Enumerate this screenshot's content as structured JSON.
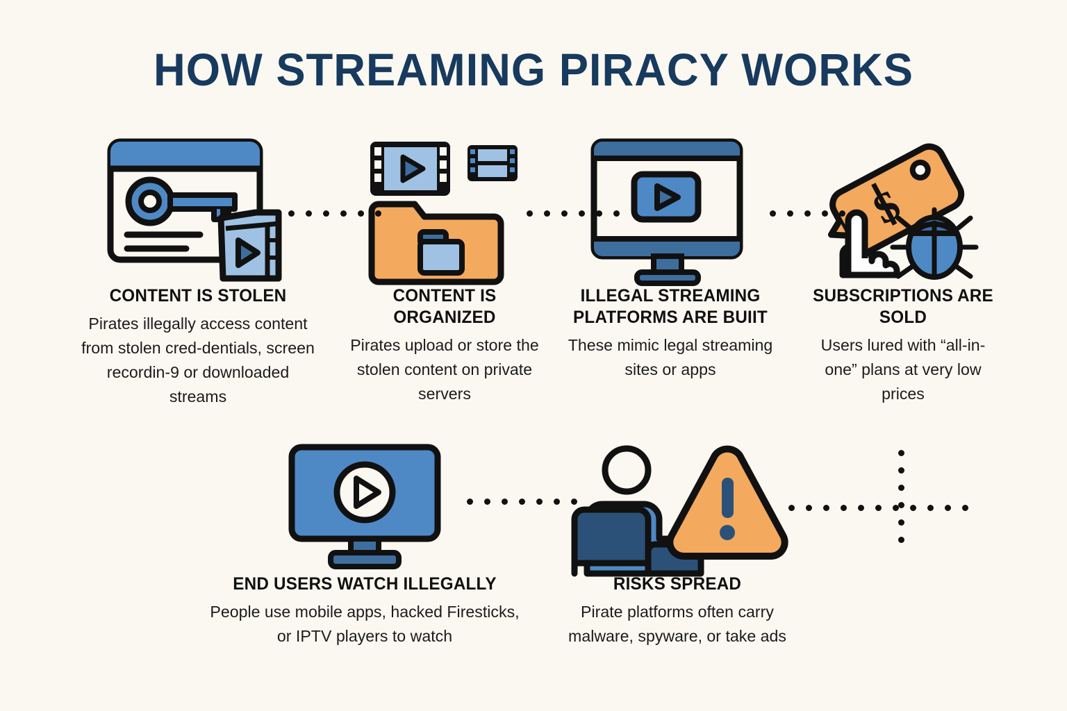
{
  "page": {
    "title": "HOW STREAMING PIRACY WORKS",
    "background_color": "#FBF8F1",
    "title_color": "#173A5E"
  },
  "palette": {
    "cream": "#FBF8F1",
    "outline": "#111111",
    "blue_mid": "#4E89C6",
    "blue_light": "#9FC2E4",
    "blue_steel": "#3E6E9E",
    "blue_dark": "#2C5179",
    "navy": "#173A5E",
    "orange": "#F3A95E",
    "white": "#FFFFFF"
  },
  "steps": [
    {
      "id": "content-is-stolen",
      "icon": "browser-key-film-icon",
      "title": "CONTENT IS STOLEN",
      "desc": "Pirates illegally access content from stolen cred-dentials, screen recordin-9 or downloaded streams"
    },
    {
      "id": "content-is-organized",
      "icon": "folder-filmstrip-icon",
      "title": "CONTENT IS ORGANIZED",
      "desc": "Pirates upload or store the stolen content on private servers"
    },
    {
      "id": "illegal-streaming-platforms-are-built",
      "icon": "monitor-play-icon",
      "title": "ILLEGAL STREAMING PLATFORMS ARE BUIIT",
      "desc": "These mimic legal streaming sites or apps"
    },
    {
      "id": "subscriptions-are-sold",
      "icon": "price-tag-cursor-bug-icon",
      "title": "SUBSCRIPTIONS ARE SOLD",
      "desc": "Users lured with “all-in-one” plans at very low prices"
    },
    {
      "id": "end-users-watch-illegally",
      "icon": "monitor-play-filled-icon",
      "title": "END USERS WATCH ILLEGALLY",
      "desc": "People use mobile apps, hacked Firesticks, or IPTV players to watch"
    },
    {
      "id": "risks-spread",
      "icon": "person-warning-icon",
      "title": "RISKS SPREAD",
      "desc": "Pirate platforms often carry malware, spyware, or take ads"
    }
  ],
  "connectors": [
    {
      "id": "connector-step1-step2",
      "orientation": "horizontal",
      "dots": 6
    },
    {
      "id": "connector-step2-step3",
      "orientation": "horizontal",
      "dots": 6
    },
    {
      "id": "connector-step3-step4",
      "orientation": "horizontal",
      "dots": 5
    },
    {
      "id": "connector-step4-step5-vertical",
      "orientation": "vertical",
      "dots": 6
    },
    {
      "id": "connector-step4-step5-horizontal",
      "orientation": "horizontal",
      "dots": 11
    },
    {
      "id": "connector-step5-step6",
      "orientation": "horizontal",
      "dots": 7
    }
  ]
}
